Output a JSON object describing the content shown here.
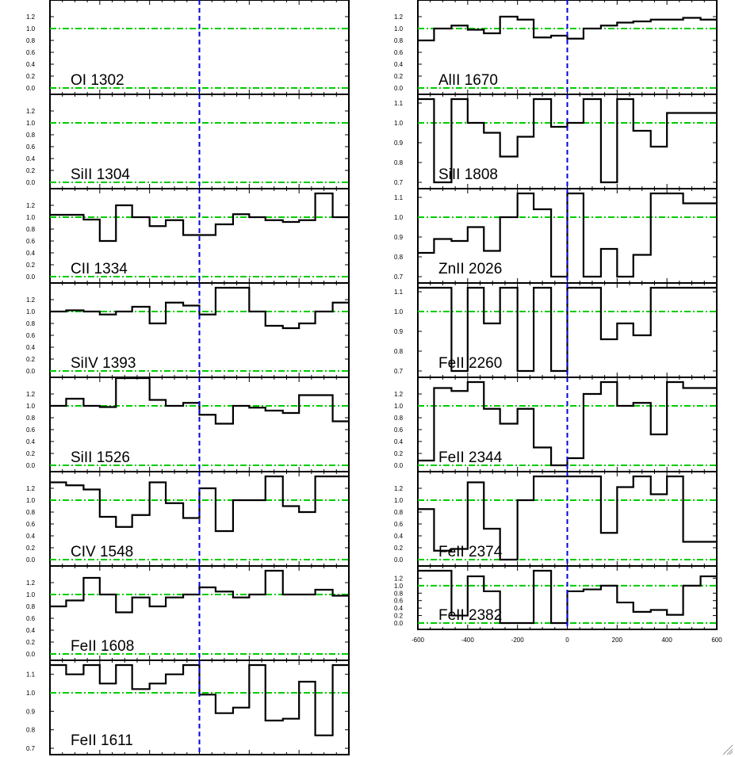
{
  "colors": {
    "spectrum": "#000000",
    "continuum_line": "#00cc00",
    "zero_velocity_line": "#0000dd",
    "frame": "#000000",
    "background": "#ffffff"
  },
  "chart_data": [
    {
      "type": "line",
      "title": "",
      "xlabel": "",
      "ylabel": "",
      "xlim": [
        -600,
        600
      ],
      "x_ticks": [
        "-600",
        "-400",
        "-200",
        "0",
        "200",
        "400",
        "600"
      ],
      "panels": [
        {
          "label": "OI 1302",
          "ylim": [
            0,
            1.4
          ],
          "y_ticks": [
            "0.0",
            "0.2",
            "0.4",
            "0.6",
            "0.8",
            "1.0",
            "1.2"
          ],
          "continuum": 1.0,
          "zero_line": 0.0,
          "x": [],
          "y": []
        },
        {
          "label": "SiII 1304",
          "ylim": [
            0,
            1.4
          ],
          "y_ticks": [
            "0.0",
            "0.2",
            "0.4",
            "0.6",
            "0.8",
            "1.0",
            "1.2"
          ],
          "continuum": 1.0,
          "zero_line": 0.0,
          "x": [],
          "y": []
        },
        {
          "label": "CII 1334",
          "ylim": [
            0,
            1.4
          ],
          "y_ticks": [
            "0.0",
            "0.2",
            "0.4",
            "0.6",
            "0.8",
            "1.0",
            "1.2"
          ],
          "continuum": 1.0,
          "zero_line": 0.0,
          "x": [
            -600,
            -535,
            -465,
            -400,
            -335,
            -270,
            -200,
            -135,
            -65,
            0,
            65,
            135,
            200,
            265,
            335,
            400,
            465,
            535,
            600
          ],
          "y": [
            1.04,
            1.04,
            0.96,
            0.6,
            1.2,
            1.0,
            0.85,
            0.95,
            0.7,
            0.7,
            0.88,
            1.05,
            1.0,
            0.95,
            0.92,
            0.95,
            1.4,
            1.0,
            1.0
          ]
        },
        {
          "label": "SiIV 1393",
          "ylim": [
            0,
            1.4
          ],
          "y_ticks": [
            "0.0",
            "0.2",
            "0.4",
            "0.6",
            "0.8",
            "1.0",
            "1.2"
          ],
          "continuum": 1.0,
          "zero_line": 0.0,
          "x": [
            -600,
            -535,
            -465,
            -400,
            -335,
            -270,
            -200,
            -135,
            -65,
            0,
            65,
            135,
            200,
            265,
            335,
            400,
            465,
            535,
            600
          ],
          "y": [
            1.0,
            1.02,
            1.0,
            0.95,
            1.0,
            1.08,
            0.8,
            1.15,
            1.1,
            0.95,
            1.4,
            1.4,
            1.0,
            0.76,
            0.72,
            0.8,
            1.0,
            1.15,
            1.15
          ]
        },
        {
          "label": "SiII 1526",
          "ylim": [
            0,
            1.4
          ],
          "y_ticks": [
            "0.0",
            "0.2",
            "0.4",
            "0.6",
            "0.8",
            "1.0",
            "1.2"
          ],
          "continuum": 1.0,
          "zero_line": 0.0,
          "x": [
            -600,
            -535,
            -465,
            -400,
            -335,
            -270,
            -200,
            -135,
            -65,
            0,
            65,
            135,
            200,
            265,
            335,
            400,
            465,
            535,
            600
          ],
          "y": [
            1.0,
            1.12,
            1.0,
            0.98,
            1.55,
            1.55,
            1.1,
            1.0,
            1.05,
            0.85,
            0.7,
            1.0,
            0.97,
            0.92,
            0.88,
            1.18,
            1.18,
            0.74,
            0.74
          ]
        },
        {
          "label": "CIV 1548",
          "ylim": [
            0,
            1.4
          ],
          "y_ticks": [
            "0.0",
            "0.2",
            "0.4",
            "0.6",
            "0.8",
            "1.0",
            "1.2"
          ],
          "continuum": 1.0,
          "zero_line": 0.0,
          "x": [
            -600,
            -535,
            -465,
            -400,
            -335,
            -270,
            -200,
            -135,
            -65,
            0,
            65,
            135,
            200,
            265,
            335,
            400,
            465,
            535,
            600
          ],
          "y": [
            1.3,
            1.25,
            1.18,
            0.72,
            0.55,
            0.75,
            1.3,
            0.95,
            0.7,
            1.2,
            0.48,
            1.0,
            1.0,
            1.4,
            0.9,
            0.8,
            1.4,
            1.4,
            1.4
          ]
        },
        {
          "label": "FeII 1608",
          "ylim": [
            0,
            1.4
          ],
          "y_ticks": [
            "0.0",
            "0.2",
            "0.4",
            "0.6",
            "0.8",
            "1.0",
            "1.2"
          ],
          "continuum": 1.0,
          "zero_line": 0.0,
          "x": [
            -600,
            -535,
            -465,
            -400,
            -335,
            -270,
            -200,
            -135,
            -65,
            0,
            65,
            135,
            200,
            265,
            335,
            400,
            465,
            535,
            600
          ],
          "y": [
            0.8,
            0.9,
            1.28,
            1.0,
            0.7,
            0.95,
            0.8,
            0.95,
            1.0,
            1.12,
            1.05,
            0.95,
            1.0,
            1.4,
            1.0,
            1.0,
            1.08,
            0.98,
            0.98
          ]
        },
        {
          "label": "FeII 1611",
          "ylim": [
            0.7,
            1.15
          ],
          "y_ticks": [
            "0.7",
            "0.8",
            "0.9",
            "1.0",
            "1.1"
          ],
          "continuum": 1.0,
          "zero_line": null,
          "x": [
            -600,
            -535,
            -465,
            -400,
            -335,
            -270,
            -200,
            -135,
            -65,
            0,
            65,
            135,
            200,
            265,
            335,
            400,
            465,
            535,
            600
          ],
          "y": [
            1.15,
            1.1,
            1.15,
            1.05,
            1.15,
            1.02,
            1.05,
            1.1,
            1.15,
            0.99,
            0.89,
            0.92,
            1.15,
            0.85,
            0.86,
            1.06,
            0.77,
            1.15,
            1.15
          ]
        }
      ]
    },
    {
      "type": "line",
      "title": "",
      "xlabel": "",
      "ylabel": "",
      "xlim": [
        -600,
        600
      ],
      "x_ticks": [
        "-600",
        "-400",
        "-200",
        "0",
        "200",
        "400",
        "600"
      ],
      "panels": [
        {
          "label": "AlII 1670",
          "ylim": [
            0,
            1.4
          ],
          "y_ticks": [
            "0.0",
            "0.2",
            "0.4",
            "0.6",
            "0.8",
            "1.0",
            "1.2"
          ],
          "continuum": 1.0,
          "zero_line": 0.0,
          "x": [
            -600,
            -535,
            -465,
            -400,
            -335,
            -270,
            -200,
            -135,
            -65,
            0,
            65,
            135,
            200,
            265,
            335,
            400,
            465,
            535,
            600
          ],
          "y": [
            0.8,
            1.0,
            1.05,
            0.98,
            0.92,
            1.2,
            1.15,
            0.85,
            0.88,
            0.83,
            1.0,
            1.05,
            1.1,
            1.12,
            1.15,
            1.15,
            1.18,
            1.15,
            1.15
          ]
        },
        {
          "label": "SiII 1808",
          "ylim": [
            0.7,
            1.12
          ],
          "y_ticks": [
            "0.7",
            "0.8",
            "0.9",
            "1.0",
            "1.1"
          ],
          "continuum": 1.0,
          "zero_line": null,
          "x": [
            -600,
            -535,
            -465,
            -400,
            -335,
            -270,
            -200,
            -135,
            -65,
            0,
            65,
            135,
            200,
            265,
            335,
            400,
            465,
            535,
            600
          ],
          "y": [
            1.12,
            0.7,
            1.12,
            1.0,
            0.95,
            0.83,
            0.93,
            1.12,
            0.98,
            1.0,
            1.12,
            0.7,
            1.12,
            0.96,
            0.88,
            1.05,
            1.05,
            1.05,
            1.05
          ]
        },
        {
          "label": "ZnII 2026",
          "ylim": [
            0.7,
            1.12
          ],
          "y_ticks": [
            "0.7",
            "0.8",
            "0.9",
            "1.0",
            "1.1"
          ],
          "continuum": 1.0,
          "zero_line": null,
          "x": [
            -600,
            -535,
            -465,
            -400,
            -335,
            -270,
            -200,
            -135,
            -65,
            0,
            65,
            135,
            200,
            265,
            335,
            400,
            465,
            535,
            600
          ],
          "y": [
            0.82,
            0.89,
            0.88,
            0.95,
            0.83,
            1.0,
            1.12,
            1.04,
            0.7,
            1.12,
            0.7,
            0.84,
            0.7,
            0.81,
            1.12,
            1.12,
            1.07,
            1.07,
            1.07
          ]
        },
        {
          "label": "FeII 2260",
          "ylim": [
            0.7,
            1.12
          ],
          "y_ticks": [
            "0.7",
            "0.8",
            "0.9",
            "1.0",
            "1.1"
          ],
          "continuum": 1.0,
          "zero_line": null,
          "x": [
            -600,
            -535,
            -465,
            -400,
            -335,
            -270,
            -200,
            -135,
            -65,
            0,
            65,
            135,
            200,
            265,
            335,
            400,
            465,
            535,
            600
          ],
          "y": [
            1.12,
            1.12,
            0.7,
            1.12,
            0.94,
            1.12,
            0.7,
            1.12,
            0.7,
            1.12,
            1.12,
            0.86,
            0.94,
            0.88,
            1.12,
            1.12,
            1.12,
            1.12,
            1.12
          ]
        },
        {
          "label": "FeII 2344",
          "ylim": [
            0,
            1.4
          ],
          "y_ticks": [
            "0.0",
            "0.2",
            "0.4",
            "0.6",
            "0.8",
            "1.0",
            "1.2"
          ],
          "continuum": 1.0,
          "zero_line": 0.0,
          "x": [
            -600,
            -535,
            -465,
            -400,
            -335,
            -270,
            -200,
            -135,
            -65,
            0,
            65,
            135,
            200,
            265,
            335,
            400,
            465,
            535,
            600
          ],
          "y": [
            0.08,
            1.3,
            1.25,
            1.4,
            0.95,
            0.7,
            0.95,
            0.3,
            0.0,
            0.12,
            1.2,
            1.4,
            1.0,
            1.05,
            0.52,
            1.4,
            1.3,
            1.3,
            1.3
          ]
        },
        {
          "label": "FeII 2374",
          "ylim": [
            0,
            1.4
          ],
          "y_ticks": [
            "0.0",
            "0.2",
            "0.4",
            "0.6",
            "0.8",
            "1.0",
            "1.2"
          ],
          "continuum": 1.0,
          "zero_line": 0.0,
          "x": [
            -600,
            -535,
            -465,
            -400,
            -335,
            -270,
            -200,
            -135,
            -65,
            0,
            65,
            135,
            200,
            265,
            335,
            400,
            465,
            535,
            600
          ],
          "y": [
            0.85,
            0.15,
            0.18,
            1.3,
            0.52,
            0.0,
            1.0,
            1.4,
            1.4,
            1.4,
            1.4,
            0.45,
            1.22,
            1.4,
            1.1,
            1.4,
            0.3,
            0.3,
            0.3
          ]
        },
        {
          "label": "FeII 2382",
          "ylim": [
            0,
            1.4
          ],
          "y_ticks": [
            "0.0",
            "0.2",
            "0.4",
            "0.6",
            "0.8",
            "1.0",
            "1.2"
          ],
          "continuum": 1.0,
          "zero_line": 0.0,
          "x": [
            -600,
            -535,
            -465,
            -400,
            -335,
            -270,
            -200,
            -135,
            -65,
            0,
            65,
            135,
            200,
            265,
            335,
            400,
            465,
            535,
            600
          ],
          "y": [
            1.4,
            1.4,
            0.2,
            1.25,
            0.85,
            0.0,
            0.0,
            1.4,
            0.0,
            0.85,
            0.9,
            1.0,
            0.55,
            0.3,
            0.35,
            0.22,
            1.0,
            1.25,
            1.25
          ]
        }
      ]
    }
  ]
}
